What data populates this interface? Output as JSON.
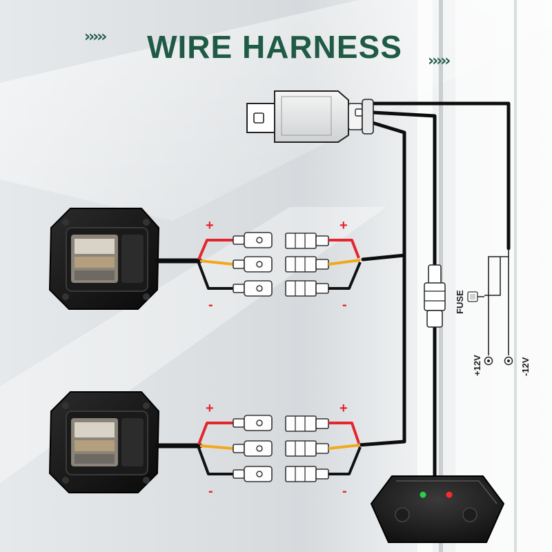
{
  "title": "WIRE HARNESS",
  "title_arrows_left": "›››››",
  "title_arrows_right": "›››››",
  "fuse_label": "FUSE",
  "positive_terminal_label": "+12V",
  "negative_terminal_label": "-12V",
  "lights": [
    {
      "plus_left": "+",
      "plus_right": "+",
      "minus_left": "-",
      "minus_right": "-"
    },
    {
      "plus_left": "+",
      "plus_right": "+",
      "minus_left": "-",
      "minus_right": "-"
    }
  ],
  "switch_box": {
    "led_left": "green",
    "led_right": "red"
  },
  "colors": {
    "title": "#1f5a44",
    "positive_wire": "#e3262d",
    "signal_wire": "#f2a81d",
    "ground_wire": "#111111",
    "led_green": "#28d04a",
    "led_red": "#ff2a2a"
  }
}
